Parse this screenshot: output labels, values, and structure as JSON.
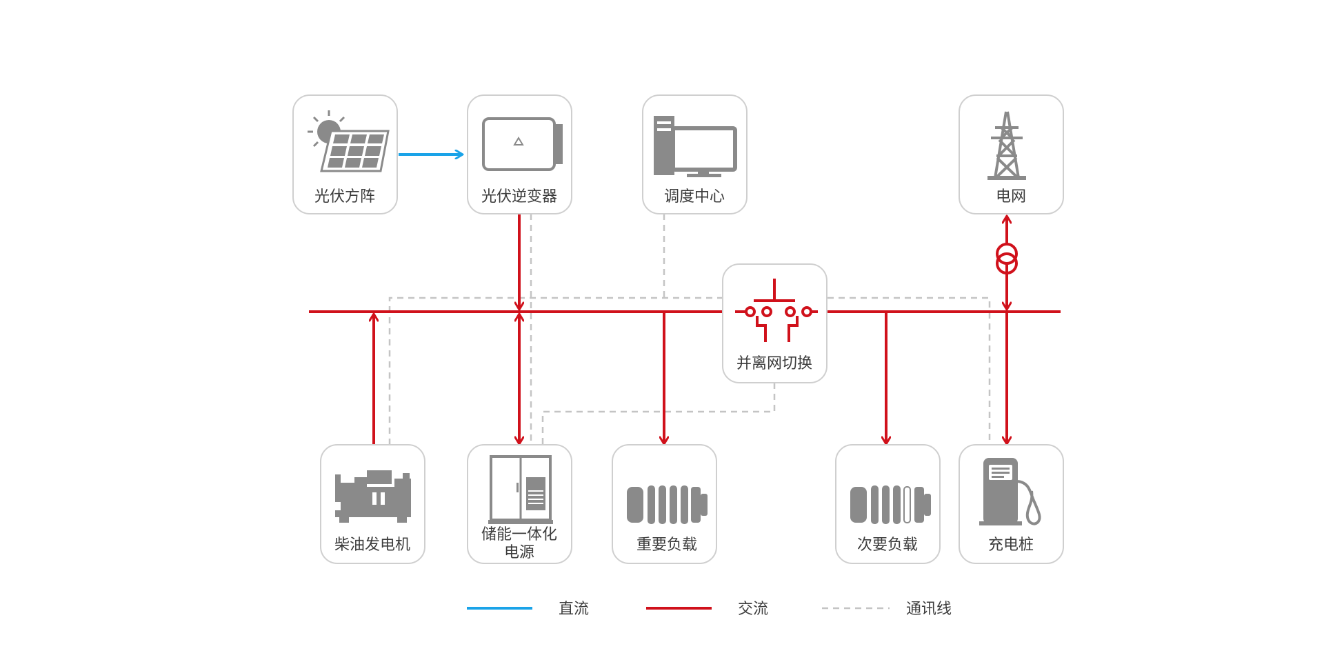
{
  "nodes": {
    "pv_array": {
      "label": "光伏方阵",
      "icon": "solar-panel-icon"
    },
    "pv_inverter": {
      "label": "光伏逆变器",
      "icon": "inverter-icon"
    },
    "dispatch_center": {
      "label": "调度中心",
      "icon": "computer-icon"
    },
    "grid": {
      "label": "电网",
      "icon": "power-tower-icon"
    },
    "switch": {
      "label": "并离网切换",
      "icon": "grid-switch-icon"
    },
    "diesel": {
      "label": "柴油发电机",
      "icon": "generator-icon"
    },
    "storage": {
      "label_line1": "储能一体化",
      "label_line2": "电源",
      "icon": "storage-cabinet-icon"
    },
    "important_load": {
      "label": "重要负载",
      "icon": "battery-load-icon"
    },
    "secondary_load": {
      "label": "次要负载",
      "icon": "battery-load-icon"
    },
    "charger": {
      "label": "充电桩",
      "icon": "charging-pile-icon"
    }
  },
  "legend": {
    "dc": {
      "label": "直流",
      "color": "#1aa3e8"
    },
    "ac": {
      "label": "交流",
      "color": "#d0111b"
    },
    "comm": {
      "label": "通讯线",
      "color": "#c4c4c4"
    }
  },
  "colors": {
    "node_border": "#cfcfcf",
    "icon_gray": "#8a8a8a",
    "text": "#3c3c3c"
  }
}
